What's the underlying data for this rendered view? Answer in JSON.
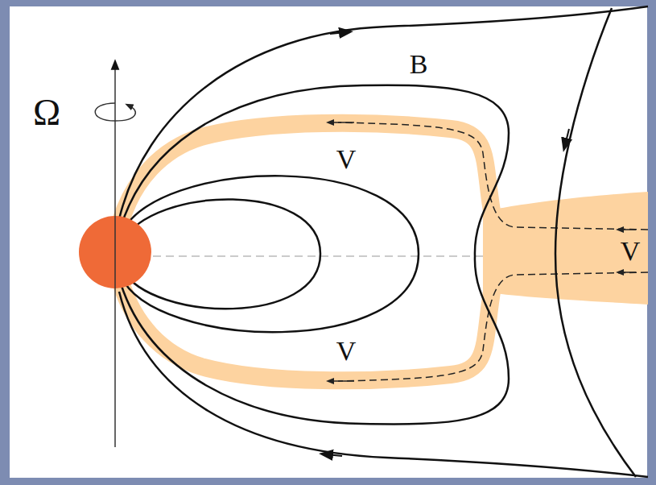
{
  "diagram": {
    "labels": [
      "Ω",
      "B",
      "V",
      "V",
      "V"
    ]
  }
}
